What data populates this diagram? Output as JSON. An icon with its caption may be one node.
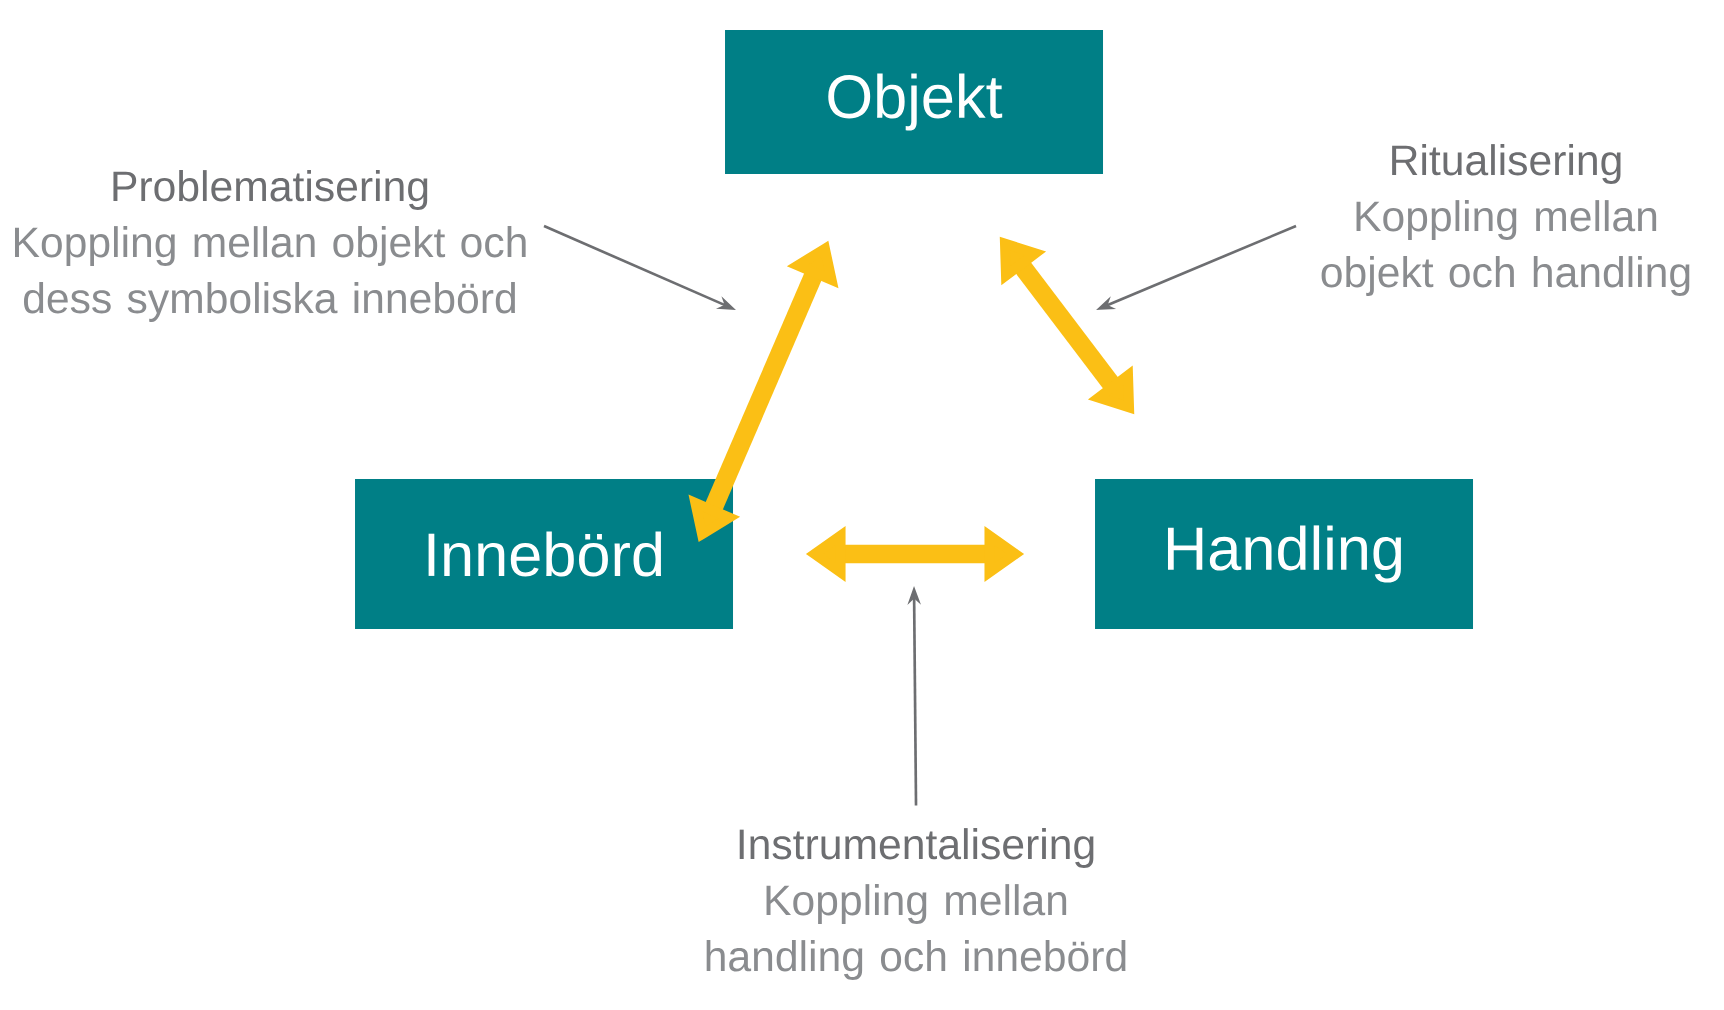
{
  "diagram": {
    "nodes": [
      {
        "text": [
          "Objekt"
        ]
      },
      {
        "text": [
          "Innebörd"
        ]
      },
      {
        "text": [
          "Handling"
        ]
      },
      {
        "text": [
          "Problematisering",
          "Koppling mellan objekt och dess symboliska innebörd"
        ]
      },
      {
        "text": [
          "Ritualisering",
          "Koppling mellan objekt och handling"
        ]
      },
      {
        "text": [
          "Instrumentalisering",
          "Koppling mellan handling och innebörd"
        ]
      }
    ],
    "edges": [
      {
        "from": 0,
        "to": 1,
        "arrow": "both",
        "style": "thick",
        "color": "#fbbf15"
      },
      {
        "from": 0,
        "to": 2,
        "arrow": "both",
        "style": "thick",
        "color": "#fbbf15"
      },
      {
        "from": 1,
        "to": 2,
        "arrow": "both",
        "style": "thick",
        "color": "#fbbf15"
      },
      {
        "from": 3,
        "to": null,
        "arrow": "to",
        "color": "#6d6e71"
      },
      {
        "from": 4,
        "to": null,
        "arrow": "to",
        "color": "#6d6e71"
      },
      {
        "from": 5,
        "to": null,
        "arrow": "to",
        "color": "#6d6e71"
      }
    ]
  }
}
